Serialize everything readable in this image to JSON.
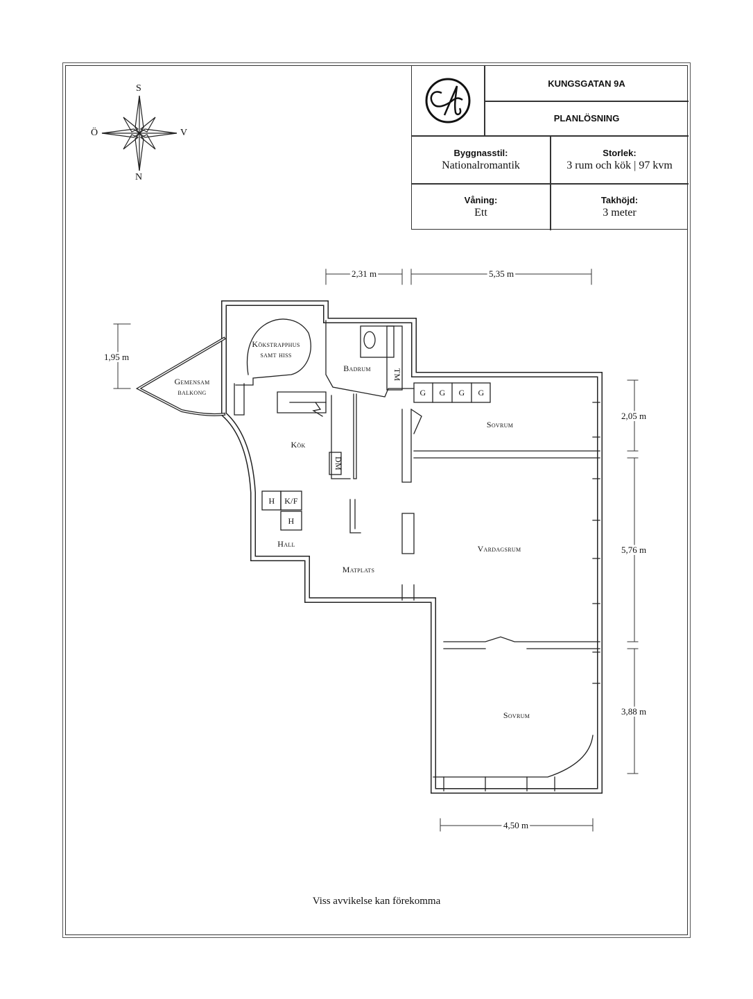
{
  "title_block": {
    "logo_text": "CA",
    "address": "KUNGSGATAN 9A",
    "subtitle": "PLANLÖSNING",
    "fields": [
      {
        "label": "Byggnasstil:",
        "value": "Nationalromantik"
      },
      {
        "label": "Storlek:",
        "value": "3 rum och kök | 97 kvm"
      },
      {
        "label": "Våning:",
        "value": "Ett"
      },
      {
        "label": "Takhöjd:",
        "value": "3 meter"
      }
    ]
  },
  "compass": {
    "top": "S",
    "bottom": "N",
    "left": "Ö",
    "right": "V"
  },
  "rooms": {
    "stairwell": "Kökstrapphus",
    "stairwell2": "samt hiss",
    "balcony": "Gemensam",
    "balcony2": "balkong",
    "bathroom": "Badrum",
    "tm": "TM",
    "kitchen": "Kök",
    "dm": "DM",
    "h1": "H",
    "kf": "K/F",
    "h2": "H",
    "hall": "Hall",
    "dining": "Matplats",
    "living": "Vardagsrum",
    "bedroom1": "Sovrum",
    "bedroom2": "Sovrum",
    "g": "G"
  },
  "dimensions": {
    "top_left": "2,31 m",
    "top_right": "5,35 m",
    "left": "1,95 m",
    "right1": "2,05 m",
    "right2": "5,76 m",
    "right3": "3,88 m",
    "bottom": "4,50 m"
  },
  "footer": "Viss avvikelse kan förekomma"
}
